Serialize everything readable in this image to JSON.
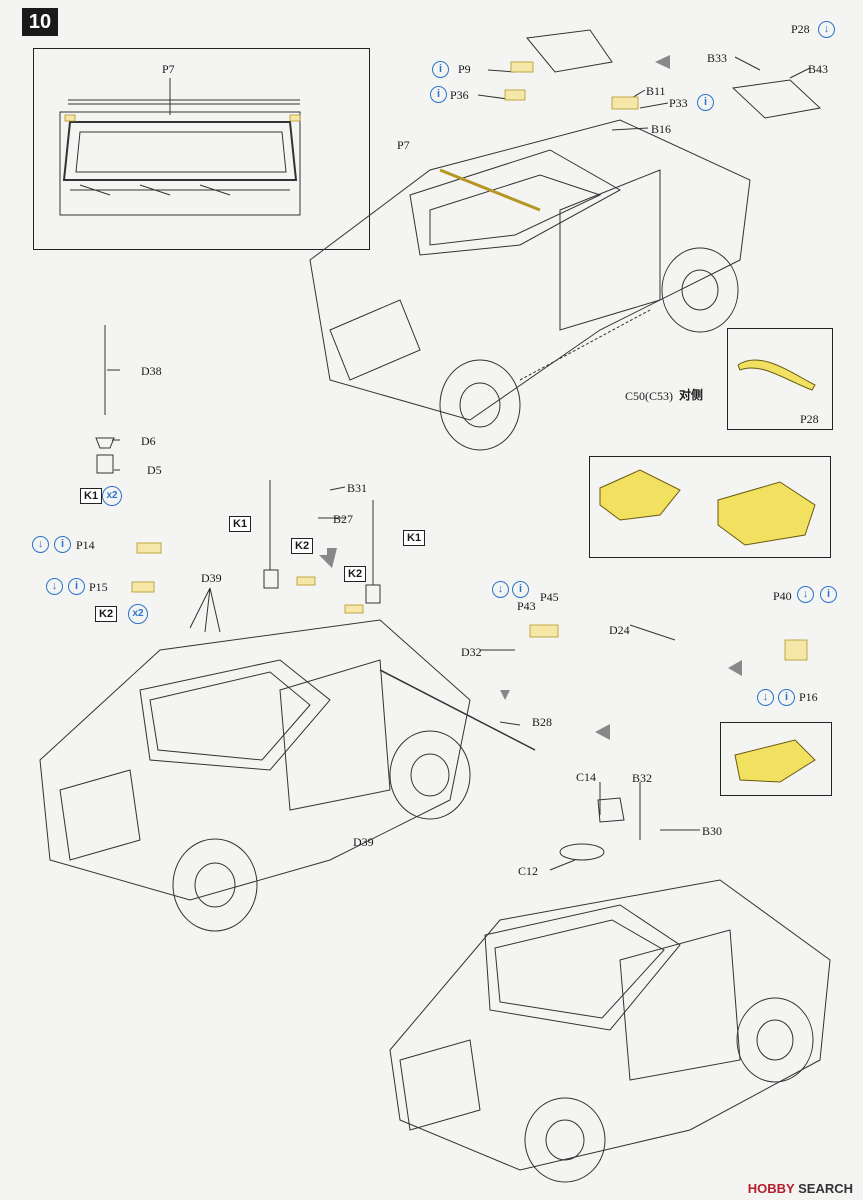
{
  "step": "10",
  "inset_p7": {
    "label": "P7"
  },
  "labels": {
    "P9": "P9",
    "P36": "P36",
    "P7": "P7",
    "B11": "B11",
    "P33": "P33",
    "B16": "B16",
    "B33": "B33",
    "P28": "P28",
    "B43": "B43",
    "P28_detail": "P28",
    "D38": "D38",
    "D6": "D6",
    "D5": "D5",
    "C50": "C50(C53)",
    "C50_note": "对侧",
    "B31": "B31",
    "B27": "B27",
    "P14": "P14",
    "P15": "P15",
    "D39a": "D39",
    "D39b": "D39",
    "P45": "P45",
    "P43": "P43",
    "D32": "D32",
    "D24": "D24",
    "P40": "P40",
    "P16": "P16",
    "B28": "B28",
    "C14": "C14",
    "B32": "B32",
    "B30": "B30",
    "C12": "C12"
  },
  "kit_markers": {
    "K1": "K1",
    "K2": "K2",
    "x2": "x2"
  },
  "info_icon": "i",
  "fold_icon": "↓",
  "footer": {
    "brand": "HOBBY",
    "suffix": " SEARCH"
  }
}
